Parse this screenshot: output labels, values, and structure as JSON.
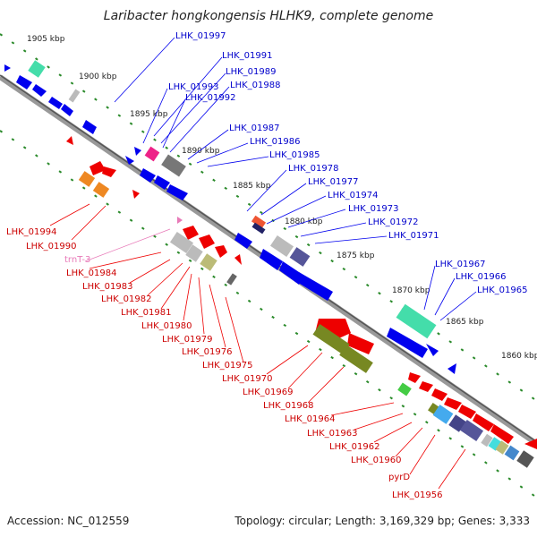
{
  "title": "Laribacter hongkongensis HLHK9, complete genome",
  "footer": {
    "accession": "Accession: NC_012559",
    "summary": "Topology: circular; Length: 3,169,329 bp; Genes: 3,333"
  },
  "ticks": [
    "1905 kbp",
    "1900 kbp",
    "1895 kbp",
    "1890 kbp",
    "1885 kbp",
    "1880 kbp",
    "1875 kbp",
    "1870 kbp",
    "1865 kbp",
    "1860 kbp"
  ],
  "forward_labels": [
    "LHK_01997",
    "LHK_01991",
    "LHK_01993",
    "LHK_01989",
    "LHK_01988",
    "LHK_01992",
    "LHK_01987",
    "LHK_01986",
    "LHK_01985",
    "LHK_01978",
    "LHK_01977",
    "LHK_01974",
    "LHK_01973",
    "LHK_01972",
    "LHK_01971",
    "LHK_01967",
    "LHK_01966",
    "LHK_01965"
  ],
  "reverse_labels": [
    "LHK_01994",
    "LHK_01990",
    "trnT-3",
    "LHK_01984",
    "LHK_01983",
    "LHK_01982",
    "LHK_01981",
    "LHK_01980",
    "LHK_01979",
    "LHK_01976",
    "LHK_01975",
    "LHK_01970",
    "LHK_01969",
    "LHK_01968",
    "LHK_01964",
    "LHK_01963",
    "LHK_01962",
    "LHK_01960",
    "pyrD",
    "LHK_01956"
  ],
  "colors": {
    "forward_strand": "#0000ee",
    "reverse_strand": "#ee0000",
    "backbone": "#888888",
    "tick_dots": "#2a8a2a",
    "trna_label": "#e87ab8"
  }
}
